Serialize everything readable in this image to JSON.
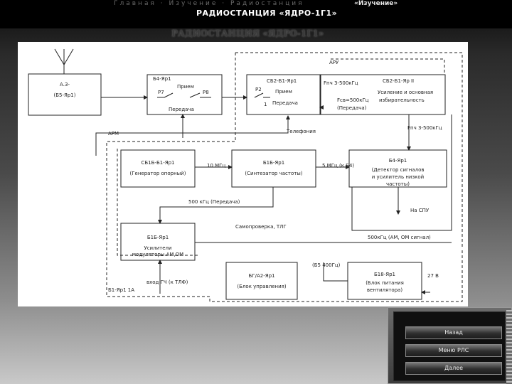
{
  "header": {
    "nav_text": "Главная · Изучение · Радиостанция",
    "mode_label": "«Изучение»",
    "title": "РАДИОСТАНЦИЯ «ЯДРО-1Г1»"
  },
  "slide": {
    "title": "РАДИОСТАНЦИЯ «ЯДРО-1Г1»"
  },
  "diagram": {
    "labels": {
      "block_antenna_name": "А.3-",
      "block_antenna_unit": "(Б5-Яр1)",
      "block_switch_name": "Б4-Яр1",
      "block_switch_rx": "Прием",
      "block_switch_tx": "Передача",
      "p7": "Р7",
      "p8": "Р8",
      "block_sv_name": "СБ2-Б1-Яр1",
      "block_sv_rx": "Прием",
      "block_sv_tx": "Передача",
      "p2": "Р2",
      "p2_num": "1",
      "block_amp_name": "СБ2-Б1-Яр II",
      "block_amp_desc1": "Усиление и основная",
      "block_amp_desc2": "избирательность",
      "apu": "АРУ",
      "fin_top": "Fпч 3-500кГц",
      "fout": "Fсв=500кГц",
      "tx_paren": "(Передача)",
      "telephony": "Телефония",
      "fin_right": "Fпч 3-500кГц",
      "arm": "АРМ",
      "block_gen_name": "СБ1Б-Б1-Яр1",
      "block_gen_desc": "(Генератор опорный)",
      "f10": "10 МГц",
      "block_synth_name": "Б1Б-Яр1",
      "block_synth_desc": "(Синтезатор частоты)",
      "f_synth_out": "5 МГц (к.Б4)",
      "block_det_name": "Б4-Яр1",
      "block_det_desc1": "(Детектор сигналов",
      "block_det_desc2": "и усилитель низкой",
      "block_det_desc3": "частоты)",
      "f500tx": "500 кГц (Передача)",
      "to_spu": "На СПУ",
      "self_test": "Самопроверка, ТЛГ",
      "block_mod_name": "Б1Б-Яр1",
      "block_mod_desc1": "Усилители",
      "block_mod_desc2": "модуляторы АМ,ОМ",
      "f500am": "500кГц (АМ, ОМ сигнал)",
      "block_ctrl_name": "БГ/А2-Яр1",
      "block_ctrl_desc": "(Блок управления)",
      "f400": "(Б5 400Гц)",
      "block_vent_name": "Б18-Яр1",
      "block_vent_desc1": "(Блок питания",
      "block_vent_desc2": "вентилятора)",
      "v27": "27 В",
      "unit_note": "Б1-Яр1 1А",
      "mic_note": "вход ГЧ (к ТЛФ)"
    }
  },
  "panel": {
    "buttons": [
      "Назад",
      "Меню РЛС",
      "Далее"
    ]
  }
}
